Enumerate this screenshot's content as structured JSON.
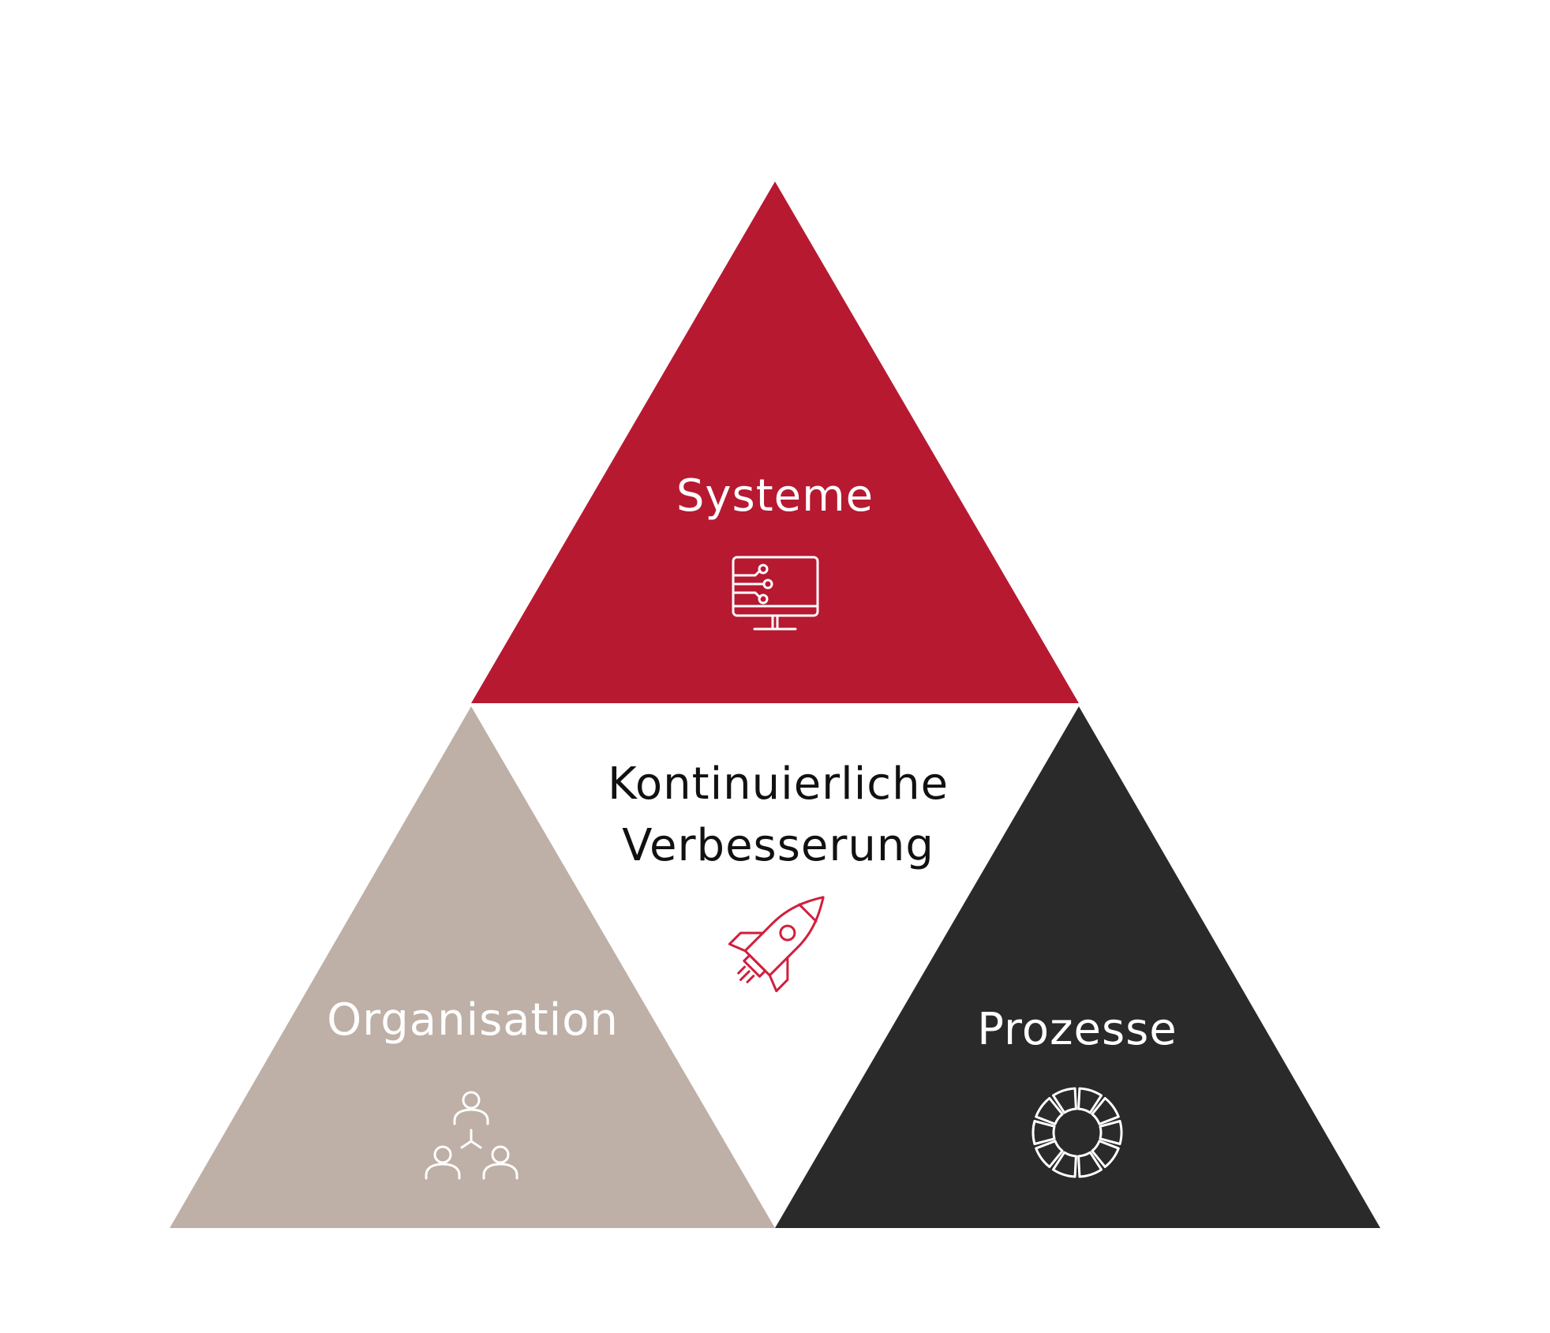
{
  "colors": {
    "systeme": "#B71931",
    "organisation": "#BEB0A7",
    "prozesse": "#2A2A2A",
    "center_text": "#111111",
    "icon_light": "#ffffff",
    "icon_accent": "#D21E3C"
  },
  "top": {
    "label": "Systeme",
    "icon": "monitor-circuit-icon"
  },
  "left": {
    "label": "Organisation",
    "icon": "org-hierarchy-icon"
  },
  "right": {
    "label": "Prozesse",
    "icon": "cycle-segments-icon"
  },
  "center": {
    "line1": "Kontinuierliche",
    "line2": "Verbesserung",
    "icon": "rocket-icon"
  }
}
